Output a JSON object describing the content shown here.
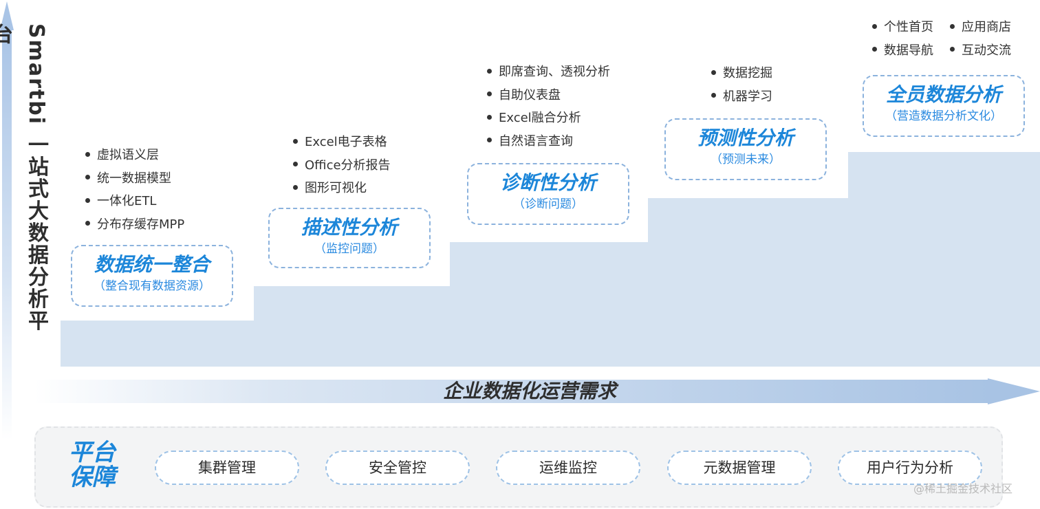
{
  "vertical_title": "Smartbi 一站式大数据分析平台",
  "stages": [
    {
      "title": "数据统一整合",
      "subtitle": "（整合现有数据资源）",
      "features": [
        "虚拟语义层",
        "统一数据模型",
        "一体化ETL",
        "分布存缓存MPP"
      ]
    },
    {
      "title": "描述性分析",
      "subtitle": "（监控问题）",
      "features": [
        "Excel电子表格",
        "Office分析报告",
        "图形可视化"
      ]
    },
    {
      "title": "诊断性分析",
      "subtitle": "（诊断问题）",
      "features": [
        "即席查询、透视分析",
        "自助仪表盘",
        "Excel融合分析",
        "自然语言查询"
      ]
    },
    {
      "title": "预测性分析",
      "subtitle": "（预测未来）",
      "features": [
        "数据挖掘",
        "机器学习"
      ]
    },
    {
      "title": "全员数据分析",
      "subtitle": "（营造数据分析文化）",
      "features_grid": [
        [
          "个性首页",
          "应用商店"
        ],
        [
          "数据导航",
          "互动交流"
        ]
      ]
    }
  ],
  "horizontal_title": "企业数据化运营需求",
  "platform": {
    "label": "平台保障",
    "items": [
      "集群管理",
      "安全管控",
      "运维监控",
      "元数据管理",
      "用户行为分析"
    ]
  },
  "watermark": "@稀土掘金技术社区",
  "colors": {
    "accent": "#1c86d9",
    "step_fill": "#d6e3f1",
    "arrow": "#a8c3e4",
    "dashed_border": "#8bb2dd"
  }
}
